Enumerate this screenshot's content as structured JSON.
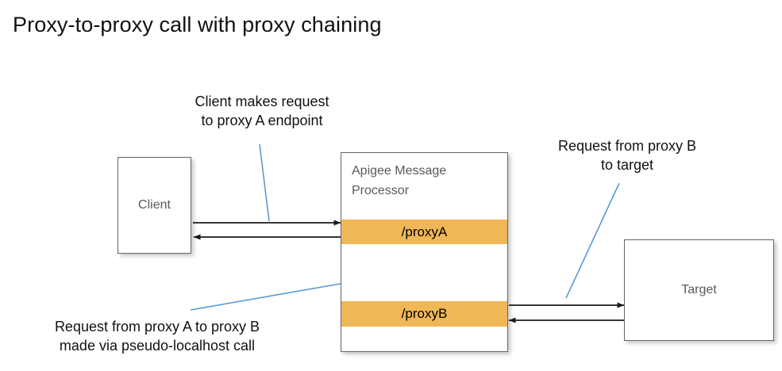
{
  "title": "Proxy-to-proxy call with proxy chaining",
  "colors": {
    "proxy_bar": "#efb755",
    "node_border": "#63666a",
    "node_label": "#595959",
    "arrow": "#1a1a1a",
    "leader_line": "#5b9bd5",
    "background": "#ffffff"
  },
  "nodes": {
    "client": {
      "label": "Client"
    },
    "message_processor": {
      "label": "Apigee Message\nProcessor",
      "proxies": [
        {
          "label": "/proxyA"
        },
        {
          "label": "/proxyB"
        }
      ]
    },
    "target": {
      "label": "Target"
    }
  },
  "annotations": [
    {
      "id": "client-request",
      "text": "Client makes request\nto proxy A endpoint"
    },
    {
      "id": "target-request",
      "text": "Request from proxy B\nto target"
    },
    {
      "id": "chaining-call",
      "text": "Request from proxy A to proxy B\nmade via pseudo-localhost call"
    }
  ],
  "flows": [
    {
      "id": "client-to-proxya",
      "from": "client",
      "to": "/proxyA",
      "direction": "right"
    },
    {
      "id": "proxya-to-client",
      "from": "/proxyA",
      "to": "client",
      "direction": "left"
    },
    {
      "id": "proxyb-to-proxya",
      "from": "/proxyB",
      "to": "/proxyA",
      "direction": "up"
    },
    {
      "id": "proxya-to-proxyb",
      "from": "/proxyA",
      "to": "/proxyB",
      "direction": "down"
    },
    {
      "id": "proxyb-to-target",
      "from": "/proxyB",
      "to": "target",
      "direction": "right"
    },
    {
      "id": "target-to-proxyb",
      "from": "target",
      "to": "/proxyB",
      "direction": "left"
    }
  ]
}
